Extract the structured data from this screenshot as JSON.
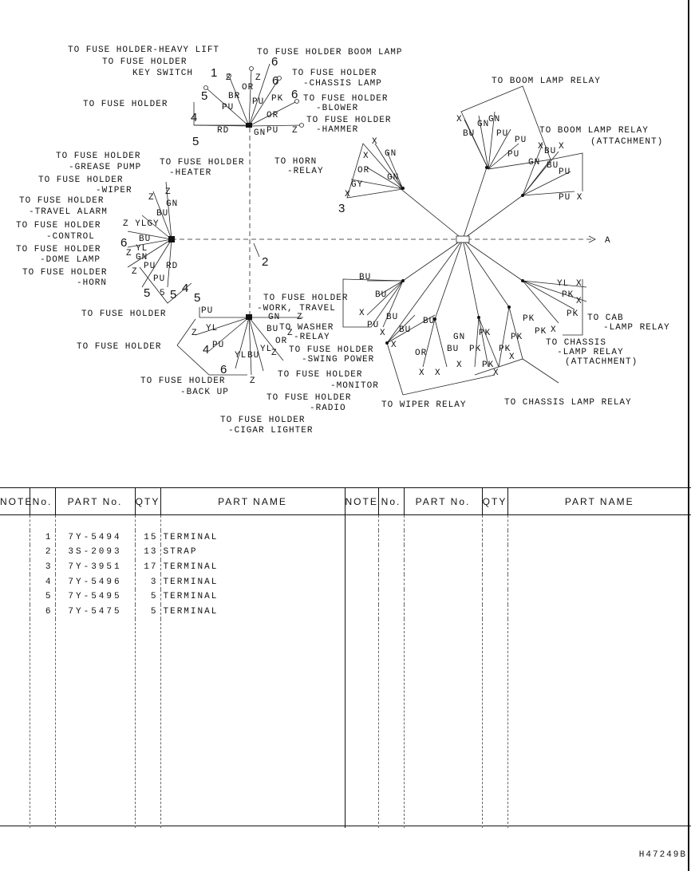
{
  "diagram": {
    "labels": {
      "heavy_lift": "TO FUSE HOLDER-HEAVY LIFT",
      "boom_lamp_fh": "TO FUSE HOLDER BOOM LAMP",
      "key_switch_1": "TO FUSE HOLDER",
      "key_switch_2": "KEY SWITCH",
      "chassis_lamp_fh_1": "TO FUSE HOLDER",
      "chassis_lamp_fh_2": "-CHASSIS LAMP",
      "fh_left_top": "TO FUSE HOLDER",
      "blower_1": "TO FUSE HOLDER",
      "blower_2": "-BLOWER",
      "hammer_1": "TO FUSE HOLDER",
      "hammer_2": "-HAMMER",
      "boom_lamp_relay": "TO BOOM LAMP RELAY",
      "boom_lamp_relay_att_1": "TO BOOM LAMP RELAY",
      "boom_lamp_relay_att_2": "(ATTACHMENT)",
      "grease_1": "TO FUSE HOLDER",
      "grease_2": "-GREASE PUMP",
      "heater_1": "TO FUSE HOLDER",
      "heater_2": "-HEATER",
      "horn_relay_1": "TO HORN",
      "horn_relay_2": "-RELAY",
      "wiper_1": "TO FUSE HOLDER",
      "wiper_2": "-WIPER",
      "travel_alarm_1": "TO FUSE HOLDER",
      "travel_alarm_2": "-TRAVEL ALARM",
      "control_1": "TO FUSE HOLDER",
      "control_2": "-CONTROL",
      "dome_1": "TO FUSE HOLDER",
      "dome_2": "-DOME LAMP",
      "horn_fh_1": "TO FUSE HOLDER",
      "horn_fh_2": "-HORN",
      "fh_mid": "TO FUSE HOLDER",
      "work_travel_1": "TO FUSE HOLDER",
      "work_travel_2": "-WORK, TRAVEL",
      "washer_1": "TO WASHER",
      "washer_2": "-RELAY",
      "swing_1": "TO FUSE HOLDER",
      "swing_2": "-SWING POWER",
      "fh_low": "TO FUSE HOLDER",
      "monitor_1": "TO FUSE HOLDER",
      "monitor_2": "-MONITOR",
      "backup_1": "TO FUSE HOLDER",
      "backup_2": "-BACK UP",
      "radio_1": "TO FUSE HOLDER",
      "radio_2": "-RADIO",
      "cigar_1": "TO FUSE HOLDER",
      "cigar_2": "-CIGAR LIGHTER",
      "cab_relay_1": "TO CAB",
      "cab_relay_2": "-LAMP RELAY",
      "chassis_relay_att_1": "TO CHASSIS",
      "chassis_relay_att_2": "-LAMP RELAY",
      "chassis_relay_att_3": "(ATTACHMENT)",
      "wiper_relay": "TO WIPER RELAY",
      "chassis_relay": "TO CHASSIS LAMP RELAY",
      "arrow_a": "A"
    }
  },
  "table": {
    "headers": [
      "NOTE",
      "No.",
      "PART No.",
      "QTY",
      "PART NAME",
      "NOTE",
      "No.",
      "PART No.",
      "QTY",
      "PART NAME"
    ],
    "rows": [
      {
        "note": "",
        "no": "1",
        "part_no": "7Y-5494",
        "qty": "15",
        "name": "TERMINAL"
      },
      {
        "note": "",
        "no": "2",
        "part_no": "3S-2093",
        "qty": "13",
        "name": "STRAP"
      },
      {
        "note": "",
        "no": "3",
        "part_no": "7Y-3951",
        "qty": "17",
        "name": "TERMINAL"
      },
      {
        "note": "",
        "no": "4",
        "part_no": "7Y-5496",
        "qty": "3",
        "name": "TERMINAL"
      },
      {
        "note": "",
        "no": "5",
        "part_no": "7Y-5495",
        "qty": "5",
        "name": "TERMINAL"
      },
      {
        "note": "",
        "no": "6",
        "part_no": "7Y-5475",
        "qty": "5",
        "name": "TERMINAL"
      }
    ]
  },
  "drawing_code": "H47249B"
}
